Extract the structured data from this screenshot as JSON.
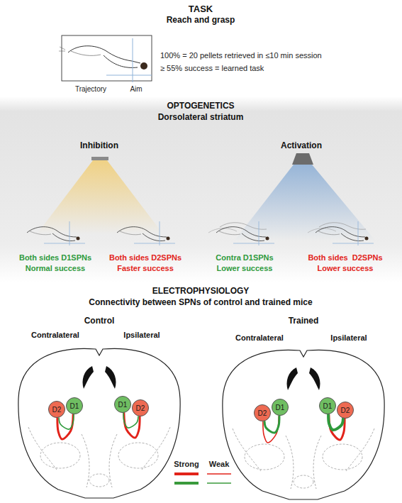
{
  "diagram": {
    "nodes": [
      {
        "text": [
          "D2"
        ]
      },
      {
        "text": [
          "D1"
        ]
      },
      {
        "text": [
          "D1"
        ]
      },
      {
        "text": [
          "D2"
        ]
      },
      {
        "text": [
          "D2"
        ]
      },
      {
        "text": [
          "D1"
        ]
      },
      {
        "text": [
          "D1"
        ]
      },
      {
        "text": [
          "D2"
        ]
      }
    ],
    "edges": [
      {
        "from": 0,
        "to": 1,
        "arrow": "none"
      },
      {
        "from": 1,
        "to": 0,
        "arrow": "none"
      },
      {
        "from": 3,
        "to": 2,
        "arrow": "none"
      },
      {
        "from": 2,
        "to": 3,
        "arrow": "none"
      },
      {
        "from": 4,
        "to": 5,
        "arrow": "none"
      },
      {
        "from": 5,
        "to": 4,
        "arrow": "none"
      },
      {
        "from": 7,
        "to": 6,
        "arrow": "none"
      },
      {
        "from": 6,
        "to": 7,
        "arrow": "none"
      }
    ],
    "labels": [
      "TASK",
      "Reach and grasp",
      "Trajectory",
      "Aim",
      "100% = 20 pellets retrieved in ≤10 min session",
      "≥ 55% success = learned task",
      "OPTOGENETICS",
      "Dorsolateral striatum",
      "Inhibition",
      "Activation",
      "Both sides D1SPNs",
      "Normal success",
      "Both sides D2SPNs",
      "Faster success",
      "Contra D1SPNs",
      "Lower success",
      "Both sides  D2SPNs",
      "Lower success",
      "ELECTROPHYSIOLOGY",
      "Connectivity between SPNs of control and trained mice",
      "Control",
      "Trained",
      "Contralateral",
      "Ipsilateral",
      "Contralateral",
      "Ipsilateral"
    ],
    "legend": [
      {
        "text": "Strong"
      },
      {
        "text": "Weak"
      }
    ]
  }
}
